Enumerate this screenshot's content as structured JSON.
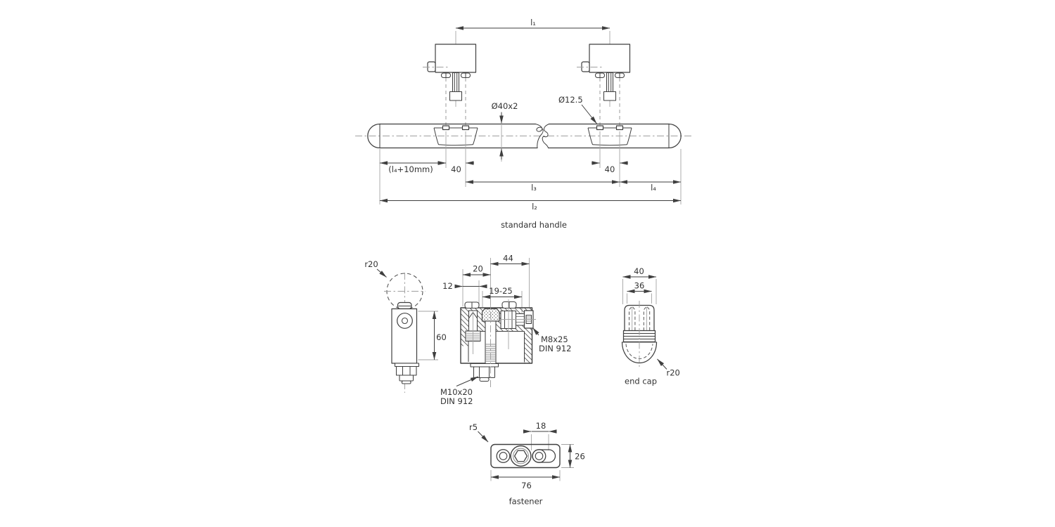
{
  "views": {
    "standard_handle": {
      "caption": "standard handle",
      "dims": {
        "l1": "l₁",
        "l2": "l₂",
        "l3": "l₃",
        "l4": "l₄",
        "l4_plus_10": "(l₄+10mm)",
        "hole_spacing_left": "40",
        "hole_spacing_right": "40",
        "tube_diameter": "Ø40x2",
        "hole_diameter": "Ø12.5"
      }
    },
    "bracket_side_view": {
      "dims": {
        "radius": "r20",
        "height": "60"
      }
    },
    "bracket_section_view": {
      "dims": {
        "width": "44",
        "hole_offset": "20",
        "edge_offset": "12",
        "clamp_range": "19-25"
      },
      "labels": {
        "side_screw": "M8x25",
        "side_screw_standard": "DIN 912",
        "bottom_screw": "M10x20",
        "bottom_screw_standard": "DIN 912"
      }
    },
    "end_cap": {
      "caption": "end cap",
      "dims": {
        "outer_width": "40",
        "inner_width": "36",
        "radius": "r20"
      }
    },
    "fastener": {
      "caption": "fastener",
      "dims": {
        "corner_radius": "r5",
        "slot_width": "18",
        "height": "26",
        "length": "76"
      }
    }
  }
}
